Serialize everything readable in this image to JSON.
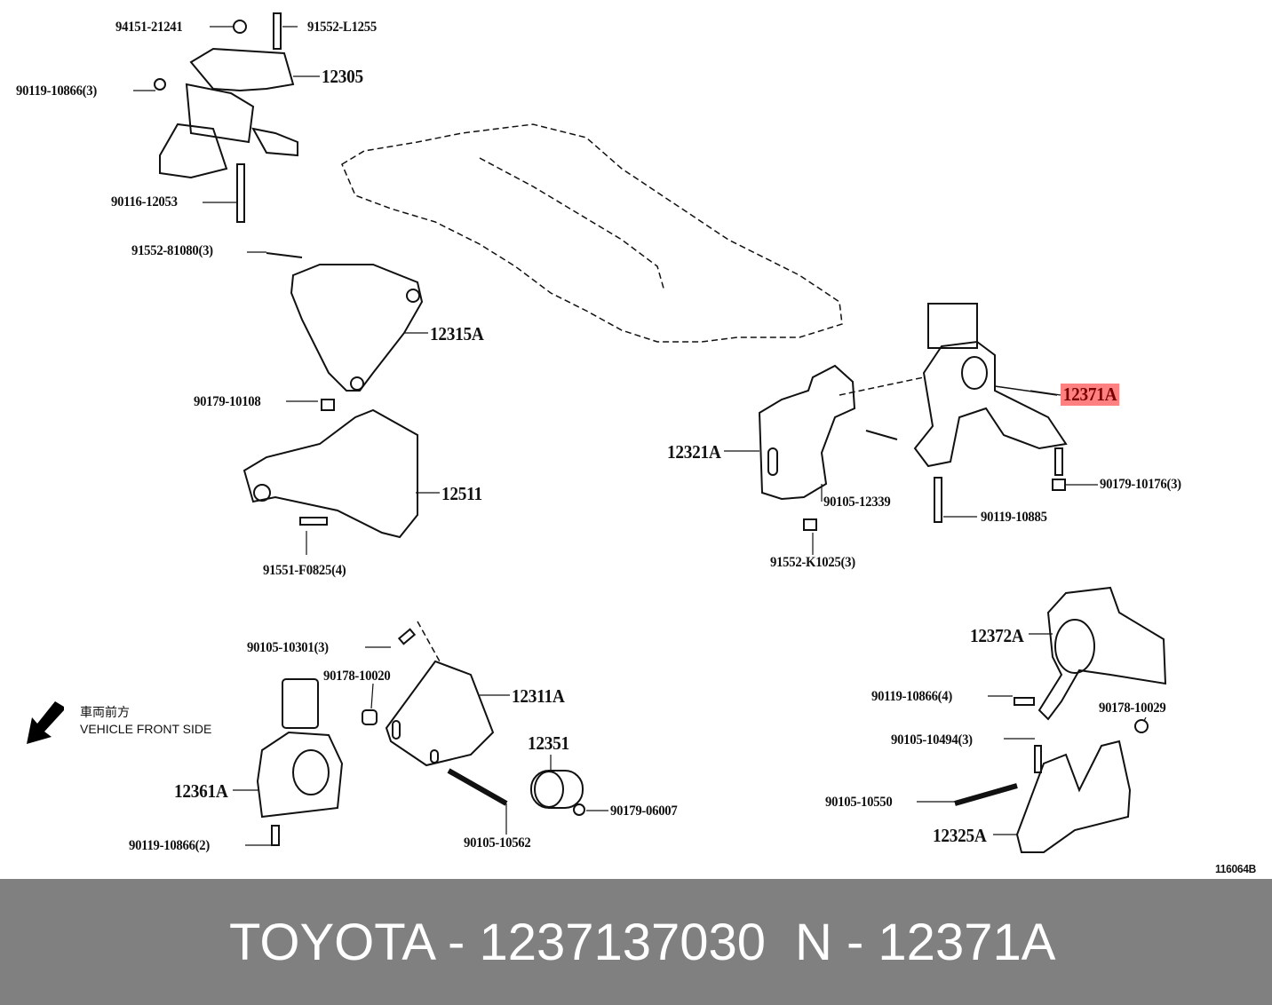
{
  "labels": {
    "p94151_21241": "94151-21241",
    "p91552_L1255": "91552-L1255",
    "p12305": "12305",
    "p90119_10866_3": "90119-10866(3)",
    "p90116_12053": "90116-12053",
    "p91552_81080_3": "91552-81080(3)",
    "p12315A": "12315A",
    "p90179_10108": "90179-10108",
    "p12511": "12511",
    "p91551_F0825_4": "91551-F0825(4)",
    "p12321A": "12321A",
    "p90105_12339": "90105-12339",
    "p91552_K1025_3": "91552-K1025(3)",
    "p12371A": "12371A",
    "p90179_10176_3": "90179-10176(3)",
    "p90119_10885": "90119-10885",
    "p90105_10301_3": "90105-10301(3)",
    "p90178_10020": "90178-10020",
    "p12311A": "12311A",
    "p12351": "12351",
    "p90179_06007": "90179-06007",
    "p90105_10562": "90105-10562",
    "p12361A": "12361A",
    "p90119_10866_2": "90119-10866(2)",
    "p12372A": "12372A",
    "p90119_10866_4": "90119-10866(4)",
    "p90178_10029": "90178-10029",
    "p90105_10494_3": "90105-10494(3)",
    "p90105_10550": "90105-10550",
    "p12325A": "12325A"
  },
  "highlight_color": "#ff8080",
  "direction": {
    "jp": "車両前方",
    "en": "VEHICLE FRONT SIDE",
    "icon": "arrow-down-left-icon"
  },
  "ref_code": "116064B",
  "footer": {
    "part": "TOYOTA - 1237137030",
    "ref": "N - 12371A",
    "bg": "#808080"
  }
}
